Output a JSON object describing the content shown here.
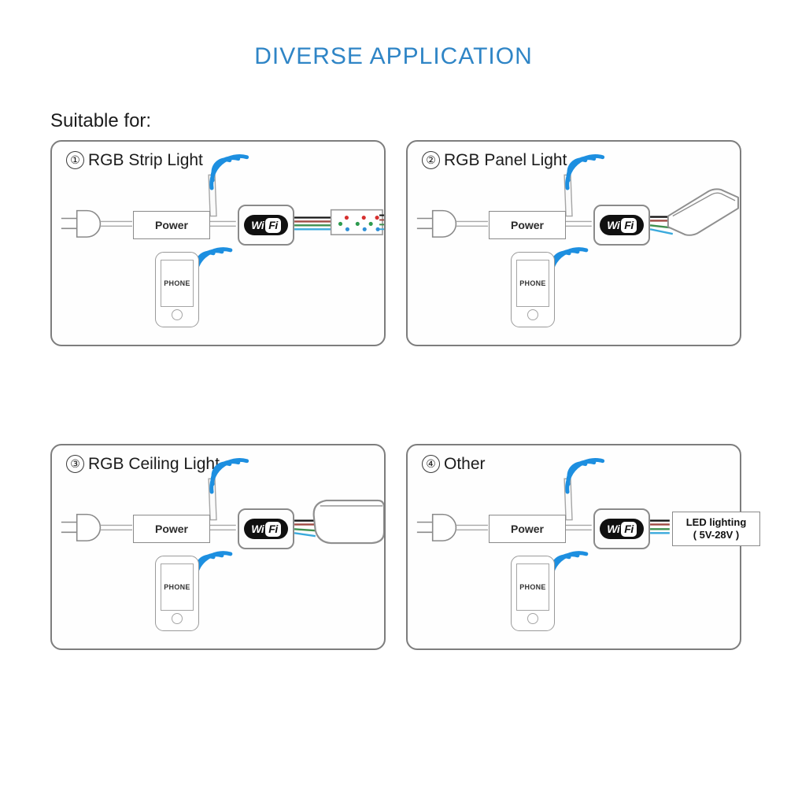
{
  "title": "DIVERSE APPLICATION",
  "suitable_label": "Suitable for:",
  "colors": {
    "title_blue": "#2f85c6",
    "wifi_signal_blue": "#1d8fe0",
    "outline_gray": "#8a8a8a",
    "panel_border": "#7d7d7d",
    "wire_black": "#141414",
    "wire_red": "#a04a43",
    "wire_green": "#3f8f4e",
    "wire_blue": "#3aa9dc",
    "led_red": "#d6302f",
    "led_green": "#2e9b4f",
    "led_blue": "#2f8fd6"
  },
  "common": {
    "power_label": "Power",
    "wifi_badge_left": "Wi",
    "wifi_badge_right": "Fi",
    "phone_label": "PHONE"
  },
  "panels": [
    {
      "number": "①",
      "title": "RGB Strip Light",
      "load_type": "rgb-strip",
      "load_label": ""
    },
    {
      "number": "②",
      "title": "RGB Panel Light",
      "load_type": "rgb-panel",
      "load_label": ""
    },
    {
      "number": "③",
      "title": "RGB Ceiling Light",
      "load_type": "rgb-ceiling",
      "load_label": ""
    },
    {
      "number": "④",
      "title": "Other",
      "load_type": "led-label",
      "load_label_line1": "LED lighting",
      "load_label_line2": "(  5V-28V  )"
    }
  ]
}
